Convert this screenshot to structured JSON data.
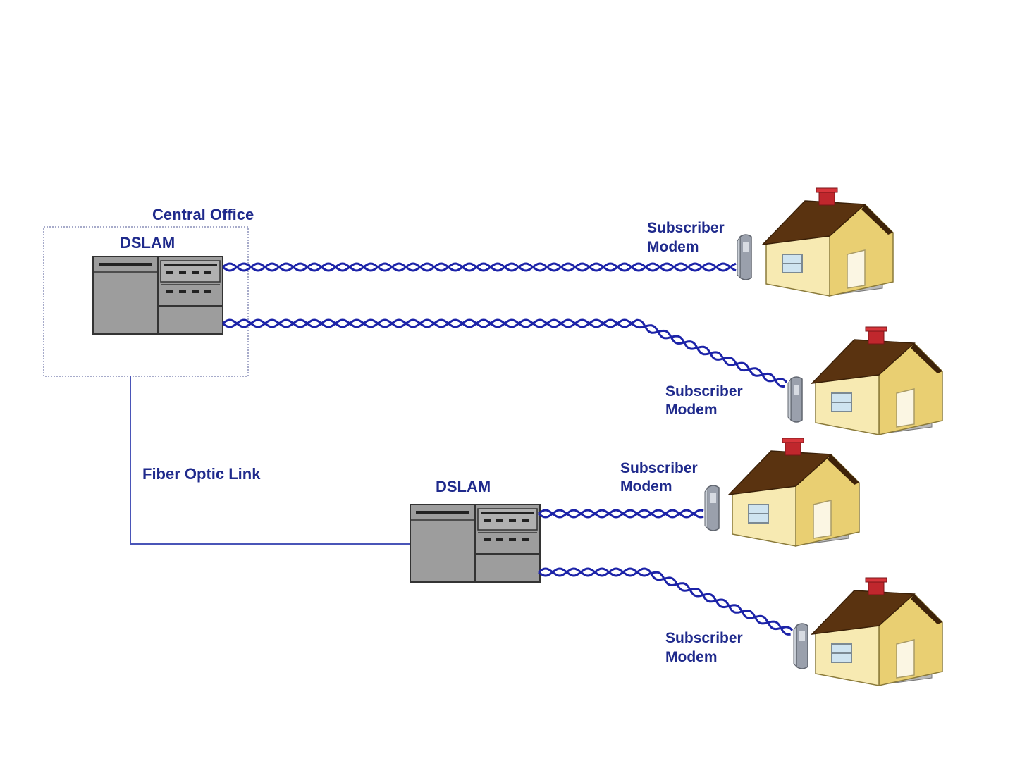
{
  "labels": {
    "central_office": "Central Office",
    "dslam_top": "DSLAM",
    "dslam_bottom": "DSLAM",
    "fiber_link": "Fiber Optic Link"
  },
  "subscribers": [
    {
      "line1": "Subscriber",
      "line2": "Modem"
    },
    {
      "line1": "Subscriber",
      "line2": "Modem"
    },
    {
      "line1": "Subscriber",
      "line2": "Modem"
    },
    {
      "line1": "Subscriber",
      "line2": "Modem"
    }
  ],
  "colors": {
    "cable": "#1c23a8",
    "label_text": "#1f2a8c",
    "fiber_line": "#4a55b8",
    "dslam_body": "#9d9d9d",
    "house_wall": "#f3e3a0",
    "house_roof": "#5a3310",
    "chimney": "#c0272d"
  }
}
